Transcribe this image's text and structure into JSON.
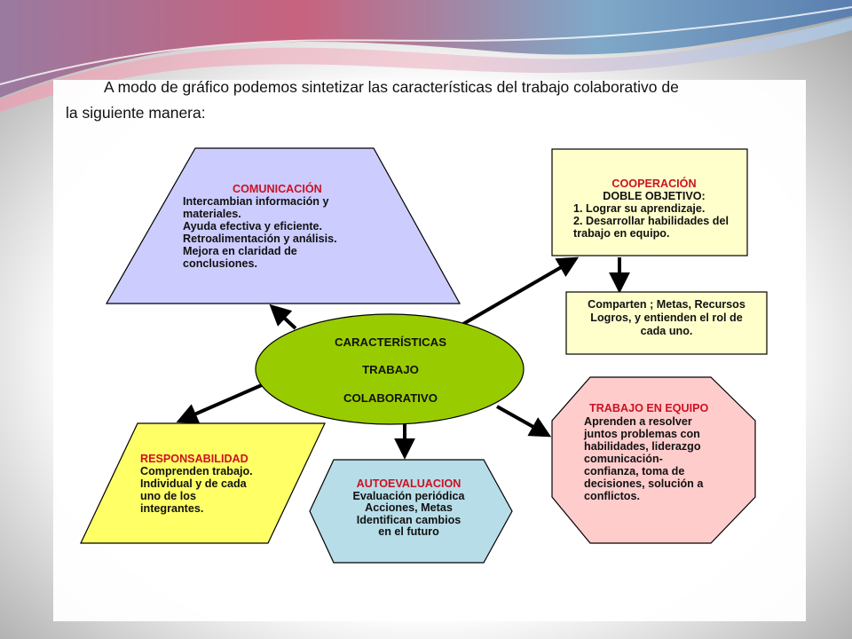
{
  "intro": {
    "line1": "A modo de gráfico podemos sintetizar las características del trabajo colaborativo de",
    "line2": "la siguiente manera:"
  },
  "center": {
    "line1": "CARACTERÍSTICAS",
    "line2": "TRABAJO",
    "line3": "COLABORATIVO",
    "fill": "#99cc00"
  },
  "comunicacion": {
    "title": "COMUNICACIÓN",
    "lines": [
      "Intercambian información y",
      "materiales.",
      "Ayuda efectiva y eficiente.",
      "Retroalimentación y análisis.",
      "Mejora en claridad de",
      "conclusiones."
    ],
    "fill": "#ccccff"
  },
  "cooperacion": {
    "title": "COOPERACIÓN",
    "subtitle": "DOBLE OBJETIVO:",
    "lines": [
      "1. Lograr su aprendizaje.",
      "2. Desarrollar habilidades del",
      "trabajo en equipo."
    ],
    "fill": "#ffffcc"
  },
  "comparten": {
    "lines": [
      "Comparten ; Metas,  Recursos",
      "Logros,  y entienden el rol de",
      "cada uno."
    ],
    "fill": "#ffffcc"
  },
  "trabajo_equipo": {
    "title": "TRABAJO EN  EQUIPO",
    "lines": [
      "Aprenden a resolver",
      "juntos  problemas con",
      "habilidades, liderazgo",
      "comunicación-",
      "confianza, toma  de",
      "decisiones, solución  a",
      "conflictos."
    ],
    "fill": "#ffcccc"
  },
  "autoevaluacion": {
    "title": "AUTOEVALUACION",
    "lines": [
      "Evaluación periódica",
      "Acciones, Metas",
      "Identifican cambios",
      "en el futuro"
    ],
    "fill": "#b7dde8"
  },
  "responsabilidad": {
    "title": "RESPONSABILIDAD",
    "lines": [
      "Comprenden trabajo.",
      "Individual y de cada",
      "uno de los",
      "integrantes."
    ],
    "fill": "#ffff66"
  },
  "colors": {
    "title_red": "#cc1122",
    "stroke": "#000000"
  }
}
